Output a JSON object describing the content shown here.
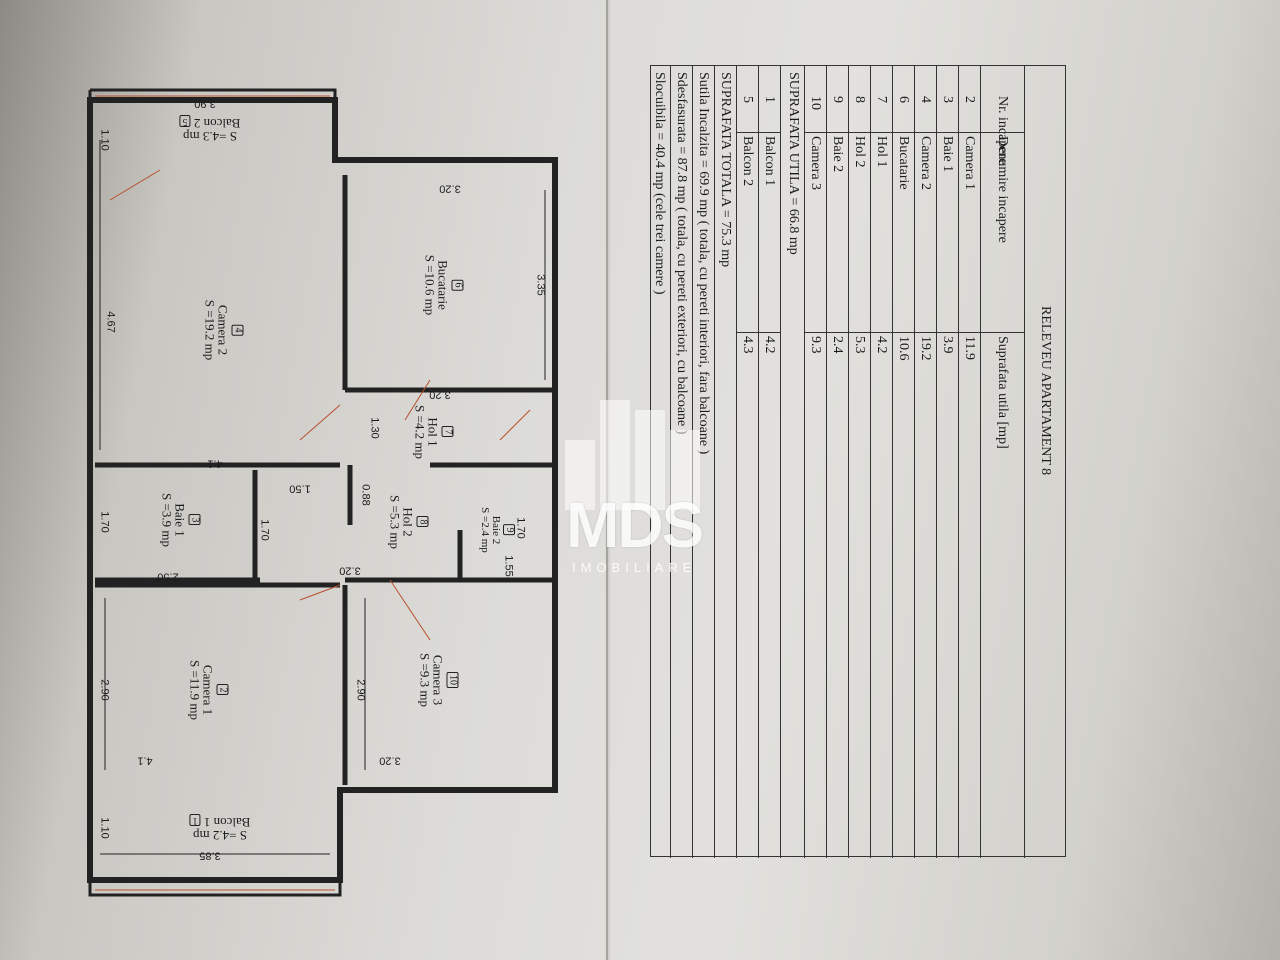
{
  "plan": {
    "rooms": [
      {
        "num": "1",
        "name": "Balcon 1",
        "area": "S =4.2 mp"
      },
      {
        "num": "2",
        "name": "Camera 1",
        "area": "S =11.9 mp"
      },
      {
        "num": "3",
        "name": "Baie 1",
        "area": "S =3.9 mp"
      },
      {
        "num": "4",
        "name": "Camera 2",
        "area": "S =19.2 mp"
      },
      {
        "num": "5",
        "name": "Balcon 2",
        "area": "S =4.3 mp"
      },
      {
        "num": "6",
        "name": "Bucatarie",
        "area": "S =10.6 mp"
      },
      {
        "num": "7",
        "name": "Hol 1",
        "area": "S =4.2 mp"
      },
      {
        "num": "8",
        "name": "Hol 2",
        "area": "S =5.3 mp"
      },
      {
        "num": "9",
        "name": "Baie 2",
        "area": "S =2.4 mp"
      },
      {
        "num": "10",
        "name": "Camera 3",
        "area": "S =9.3 mp"
      }
    ],
    "dimensions": {
      "balcon1_len": "3.85",
      "balcon1_w": "1.10",
      "balcon2_len": "3.90",
      "balcon2_w": "1.10",
      "camera1_w": "2.90",
      "camera1_len": "4.1",
      "camera3_w": "2.90",
      "camera3_len": "3.20",
      "baie1_a": "1.70",
      "baie1_b": "2.50",
      "baie1_c": "1.70",
      "camera2_len": "4.67",
      "camera2_w": "4.1",
      "hol1": "1.30",
      "hol2_a": "1.50",
      "hol2_b": "0.88",
      "hol2_c": "3.20",
      "bucatarie_a": "3.20",
      "bucatarie_b": "3.35",
      "bucatarie_c": "3.20",
      "baie2_a": "1.70",
      "baie2_b": "1.55"
    }
  },
  "table": {
    "title": "RELEVEU APARTAMENT 8",
    "col1": "Nr. incapere",
    "col2": "Denumire incapere",
    "col3": "Suprafata utila [mp]",
    "rows": [
      {
        "nr": "2",
        "name": "Camera 1",
        "area": "11.9"
      },
      {
        "nr": "3",
        "name": "Baie 1",
        "area": "3.9"
      },
      {
        "nr": "4",
        "name": "Camera 2",
        "area": "19.2"
      },
      {
        "nr": "6",
        "name": "Bucatarie",
        "area": "10.6"
      },
      {
        "nr": "7",
        "name": "Hol 1",
        "area": "4.2"
      },
      {
        "nr": "8",
        "name": "Hol 2",
        "area": "5.3"
      },
      {
        "nr": "9",
        "name": "Baie 2",
        "area": "2.4"
      },
      {
        "nr": "10",
        "name": "Camera 3",
        "area": "9.3"
      }
    ],
    "utila": "SUPRAFATA UTILA = 66.8 mp",
    "balcony_rows": [
      {
        "nr": "1",
        "name": "Balcon 1",
        "area": "4.2"
      },
      {
        "nr": "5",
        "name": "Balcon 2",
        "area": "4.3"
      }
    ],
    "totala": "SUPRAFATA TOTALA = 75.3 mp",
    "incalzita": "Sutila Incalzita = 69.9 mp ( totala, cu pereti interiori, fara balcoane )",
    "desfasurata": "Sdesfasurata = 87.8 mp ( totala, cu pereti exteriori, cu balcoane )",
    "locuibila": "Slocuibila = 40.4 mp (cele trei camere )"
  },
  "watermark": {
    "brand": "MDS",
    "sub": "IMOBILIARE"
  }
}
